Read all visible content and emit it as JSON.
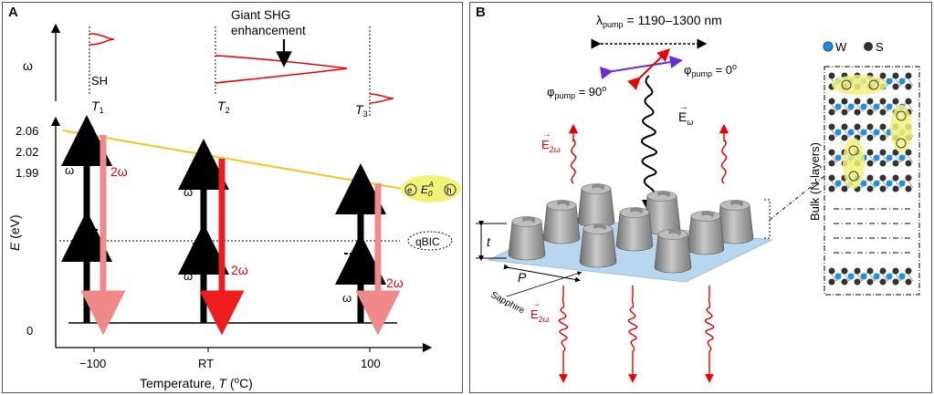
{
  "panel_a": {
    "label": "A",
    "omega_axis_label": "ω",
    "energy_axis_label_var": "E",
    "energy_axis_label_unit": " (eV)",
    "x_axis_label": "Temperature, T (°C)",
    "annotation_top": "Giant SHG",
    "annotation_bottom": "enhancement",
    "sh_label": "SH",
    "t_labels": [
      "T1",
      "T2",
      "T3"
    ],
    "y_ticks": [
      "2.06",
      "2.02",
      "1.99",
      "0"
    ],
    "x_ticks": [
      "−100",
      "RT",
      "100"
    ],
    "omega_small": "ω",
    "two_omega": "2ω",
    "exciton_e": "e",
    "exciton_h": "h",
    "exciton_label": "E0A",
    "qbic_label": "qBIC"
  },
  "panel_b": {
    "label": "B",
    "lambda_label": "λpump = 1190–1300 nm",
    "phi90_label": "φpump = 90°",
    "phi0_label": "φpump = 0°",
    "e_omega_label": "Eω",
    "e_2omega_label": "E2ω",
    "t_label": "t",
    "p_label": "P",
    "sapphire_label": "Sapphire",
    "bulk_label": "Bulk (N-layers)",
    "w_label": "W",
    "s_label": "S"
  },
  "chart_data": {
    "type": "bar",
    "title": "",
    "xlabel": "Temperature, T (°C)",
    "ylabel": "E (eV)",
    "categories": [
      "−100",
      "RT",
      "100"
    ],
    "exciton_energy_ev": [
      2.06,
      2.02,
      1.99
    ],
    "series": [
      {
        "name": "ω",
        "values": [
          2.06,
          2.02,
          1.99
        ]
      },
      {
        "name": "2ω",
        "values": [
          2.06,
          2.02,
          1.99
        ]
      }
    ],
    "y_tick_labels": [
      "2.06",
      "2.02",
      "1.99",
      "0"
    ],
    "colors": {
      "omega": "#000000",
      "two_omega_off": "#f08a8a",
      "two_omega_on": "#ee1c1c",
      "exciton_line": "#f5c518",
      "highlight": "#f2f27a"
    }
  }
}
